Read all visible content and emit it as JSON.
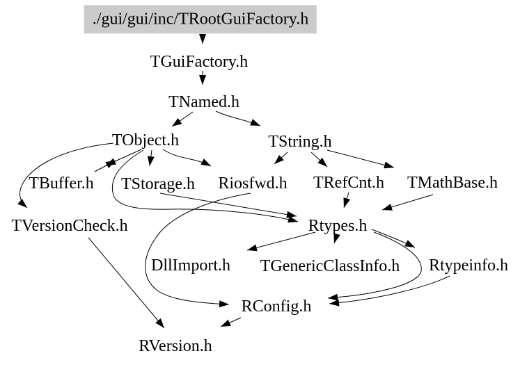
{
  "diagram": {
    "type": "include-dependency-graph",
    "colors": {
      "background": "#ffffff",
      "edge": "#000000",
      "node_text": "#000000",
      "root_node_fill": "#cbcbcb"
    }
  },
  "nodes": [
    {
      "id": "root",
      "label": "./gui/gui/inc/TRootGuiFactory.h",
      "highlighted": true
    },
    {
      "id": "TGuiFactory",
      "label": "TGuiFactory.h"
    },
    {
      "id": "TNamed",
      "label": "TNamed.h"
    },
    {
      "id": "TObject",
      "label": "TObject.h"
    },
    {
      "id": "TString",
      "label": "TString.h"
    },
    {
      "id": "TBuffer",
      "label": "TBuffer.h"
    },
    {
      "id": "TStorage",
      "label": "TStorage.h"
    },
    {
      "id": "Riosfwd",
      "label": "Riosfwd.h"
    },
    {
      "id": "TRefCnt",
      "label": "TRefCnt.h"
    },
    {
      "id": "TMathBase",
      "label": "TMathBase.h"
    },
    {
      "id": "TVersionCheck",
      "label": "TVersionCheck.h"
    },
    {
      "id": "Rtypes",
      "label": "Rtypes.h"
    },
    {
      "id": "DllImport",
      "label": "DllImport.h"
    },
    {
      "id": "TGenericClassInfo",
      "label": "TGenericClassInfo.h"
    },
    {
      "id": "Rtypeinfo",
      "label": "Rtypeinfo.h"
    },
    {
      "id": "RConfig",
      "label": "RConfig.h"
    },
    {
      "id": "RVersion",
      "label": "RVersion.h"
    }
  ],
  "edges": [
    {
      "from": "root",
      "to": "TGuiFactory"
    },
    {
      "from": "TGuiFactory",
      "to": "TNamed"
    },
    {
      "from": "TNamed",
      "to": "TObject"
    },
    {
      "from": "TNamed",
      "to": "TString"
    },
    {
      "from": "TObject",
      "to": "TBuffer"
    },
    {
      "from": "TBuffer",
      "to": "TObject"
    },
    {
      "from": "TObject",
      "to": "TStorage"
    },
    {
      "from": "TObject",
      "to": "Riosfwd"
    },
    {
      "from": "TObject",
      "to": "TVersionCheck"
    },
    {
      "from": "TObject",
      "to": "Rtypes"
    },
    {
      "from": "TStorage",
      "to": "Rtypes"
    },
    {
      "from": "TString",
      "to": "Riosfwd"
    },
    {
      "from": "TString",
      "to": "TRefCnt"
    },
    {
      "from": "TString",
      "to": "TMathBase"
    },
    {
      "from": "TRefCnt",
      "to": "Rtypes"
    },
    {
      "from": "TMathBase",
      "to": "Rtypes"
    },
    {
      "from": "Rtypes",
      "to": "DllImport"
    },
    {
      "from": "Rtypes",
      "to": "TGenericClassInfo"
    },
    {
      "from": "Rtypes",
      "to": "Rtypeinfo"
    },
    {
      "from": "Rtypes",
      "to": "RConfig"
    },
    {
      "from": "Rtypeinfo",
      "to": "RConfig"
    },
    {
      "from": "Riosfwd",
      "to": "RConfig"
    },
    {
      "from": "RConfig",
      "to": "RVersion"
    },
    {
      "from": "TVersionCheck",
      "to": "RVersion"
    }
  ]
}
